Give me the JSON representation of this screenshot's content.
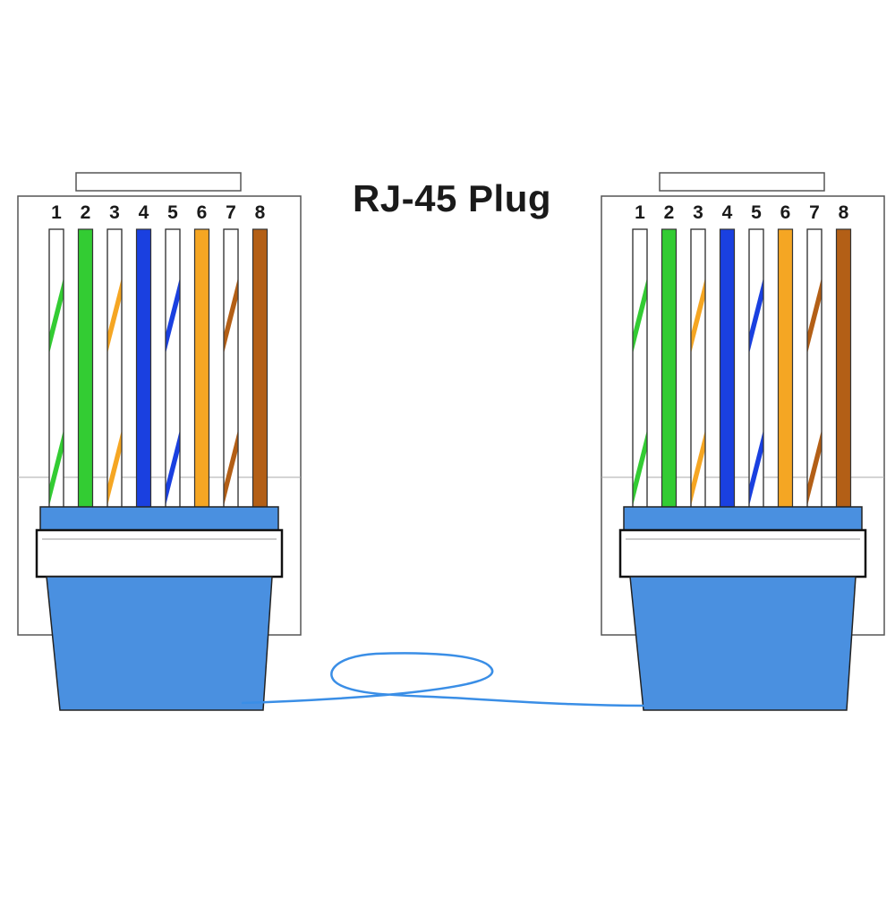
{
  "title": "RJ-45 Plug",
  "pin_labels": [
    "1",
    "2",
    "3",
    "4",
    "5",
    "6",
    "7",
    "8"
  ],
  "colors": {
    "green": "#33cc33",
    "orange": "#f5a623",
    "blue": "#1a40e0",
    "brown": "#b35f16",
    "boot": "#4a90e0",
    "cable": "#3a8ee6",
    "body_outline": "#555555"
  },
  "wiring": {
    "left_plug": [
      {
        "pin": "1",
        "color": "green",
        "striped": true
      },
      {
        "pin": "2",
        "color": "green",
        "striped": false
      },
      {
        "pin": "3",
        "color": "orange",
        "striped": true
      },
      {
        "pin": "4",
        "color": "blue",
        "striped": false
      },
      {
        "pin": "5",
        "color": "blue",
        "striped": true
      },
      {
        "pin": "6",
        "color": "orange",
        "striped": false
      },
      {
        "pin": "7",
        "color": "brown",
        "striped": true
      },
      {
        "pin": "8",
        "color": "brown",
        "striped": false
      }
    ],
    "right_plug": [
      {
        "pin": "1",
        "color": "green",
        "striped": true
      },
      {
        "pin": "2",
        "color": "green",
        "striped": false
      },
      {
        "pin": "3",
        "color": "orange",
        "striped": true
      },
      {
        "pin": "4",
        "color": "blue",
        "striped": false
      },
      {
        "pin": "5",
        "color": "blue",
        "striped": true
      },
      {
        "pin": "6",
        "color": "orange",
        "striped": false
      },
      {
        "pin": "7",
        "color": "brown",
        "striped": true
      },
      {
        "pin": "8",
        "color": "brown",
        "striped": false
      }
    ]
  }
}
